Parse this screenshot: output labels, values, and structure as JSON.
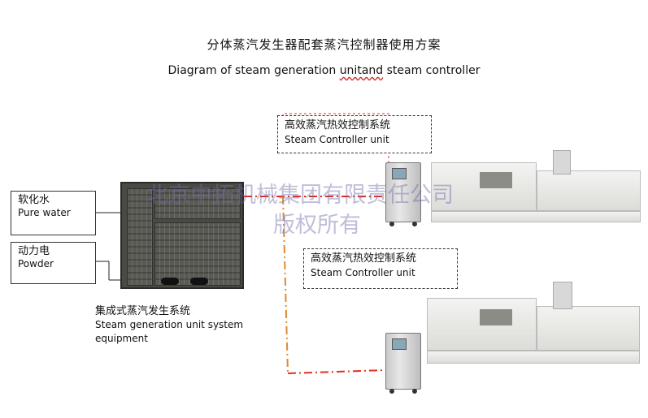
{
  "title": {
    "cn": "分体蒸汽发生器配套蒸汽控制器使用方案",
    "en_part1": "Diagram of steam generation ",
    "en_underlined": "unitand",
    "en_part2": " steam controller"
  },
  "inputs": [
    {
      "cn": "软化水",
      "en": "Pure water"
    },
    {
      "cn": "动力电",
      "en": "Powder"
    }
  ],
  "controllers": [
    {
      "cn": "高效蒸汽热效控制系统",
      "en": "Steam Controller unit"
    },
    {
      "cn": "高效蒸汽热效控制系统",
      "en": "Steam Controller unit"
    }
  ],
  "generator": {
    "cn": "集成式蒸汽发生系统",
    "en_line1": "Steam generation unit system",
    "en_line2": "equipment"
  },
  "watermark": {
    "line1": "北京中拓机械集团有限责任公司",
    "line2": "版权所有"
  },
  "colors": {
    "steam_line": "#e03020",
    "pipe_line": "#e0a040"
  }
}
